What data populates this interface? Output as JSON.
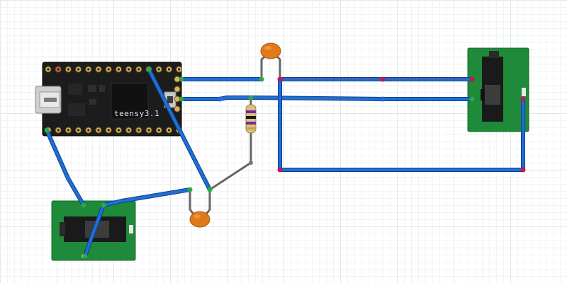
{
  "board": {
    "label": "teensy3.1"
  },
  "colors": {
    "wire_blue": "#1f6fd6",
    "wire_blue_edge": "#0d3f86",
    "wire_gray": "#666666",
    "board_black": "#1c1c1c",
    "jack_pcb": "#1f8a3a",
    "cap_orange": "#e07a18",
    "pin_gold": "#d8b45a",
    "endpoint_red": "#c0185a",
    "endpoint_green": "#2aa84a"
  },
  "components": [
    {
      "name": "teensy-3-1-board",
      "kind": "microcontroller"
    },
    {
      "name": "audio-jack-left",
      "kind": "audio-jack"
    },
    {
      "name": "audio-jack-right",
      "kind": "audio-jack"
    },
    {
      "name": "capacitor-top",
      "kind": "ceramic-capacitor"
    },
    {
      "name": "capacitor-bottom",
      "kind": "ceramic-capacitor"
    },
    {
      "name": "resistor",
      "kind": "resistor"
    }
  ]
}
